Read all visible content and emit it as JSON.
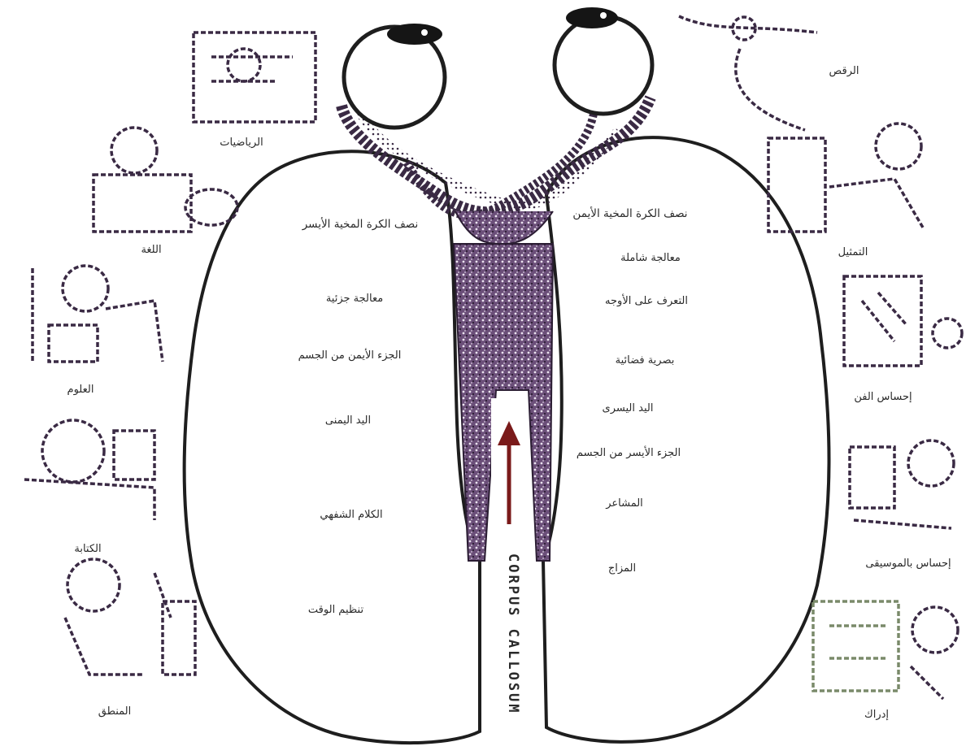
{
  "left_hemisphere": {
    "title": "نصف الكرة المخية الأيسر",
    "functions": [
      "معالجة جزئية",
      "الجزء الأيمن من الجسم",
      "اليد اليمنى",
      "الكلام الشفهي",
      "تنظيم الوقت"
    ]
  },
  "right_hemisphere": {
    "title": "نصف الكرة المخية الأيمن",
    "functions": [
      "معالجة شاملة",
      "التعرف على الأوجه",
      "بصرية فضائية",
      "اليد اليسرى",
      "الجزء الأيسر من الجسم",
      "المشاعر",
      "المزاج"
    ]
  },
  "left_skills": [
    "الرياضيات",
    "اللغة",
    "العلوم",
    "الكتابة",
    "المنطق"
  ],
  "right_skills": [
    "الرقص",
    "التمثيل",
    "إحساس الفن",
    "إحساس بالموسيقى",
    "إدراك"
  ],
  "corpus_callosum_label": "CORPUS CALLOSUM",
  "colors": {
    "ink": "#2a2a2a",
    "purple": "#5b3a6b",
    "arrow": "#7a1a1a",
    "background": "#ffffff"
  }
}
